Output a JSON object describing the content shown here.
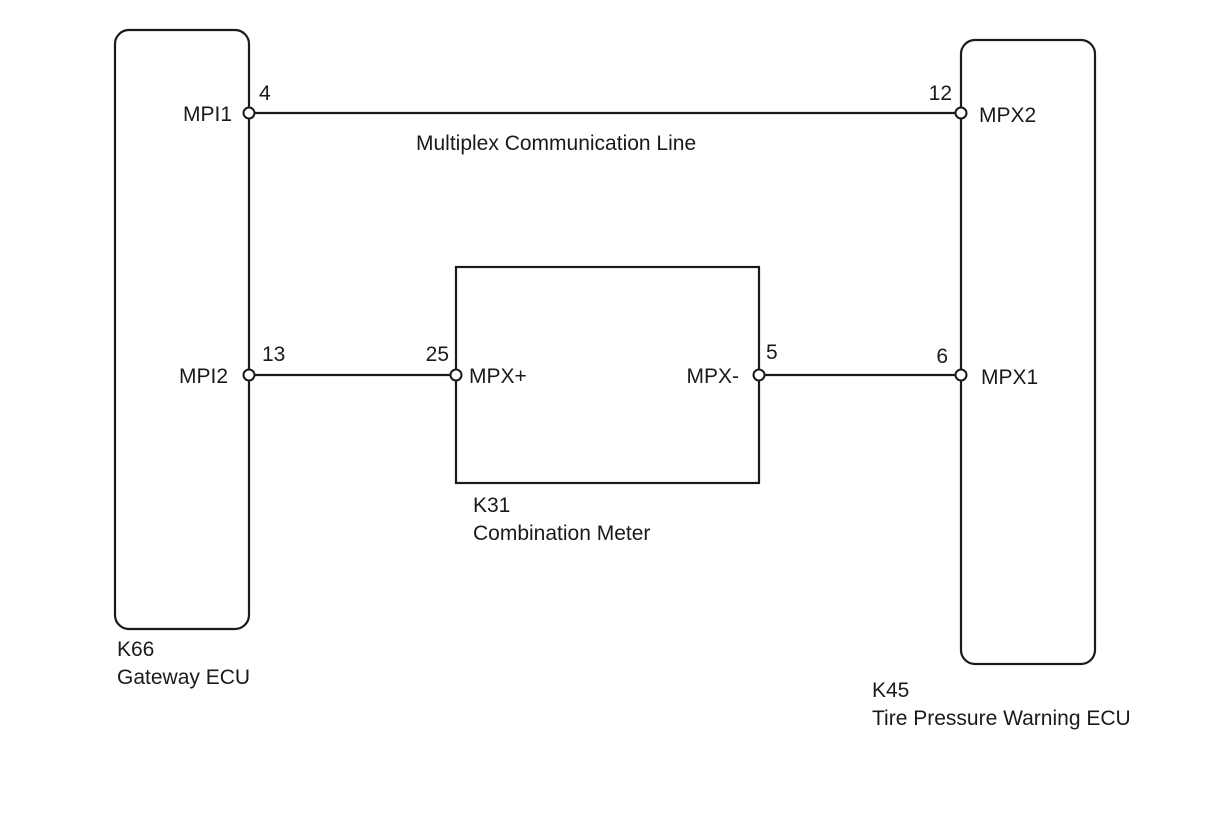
{
  "gateway_ecu": {
    "connector": "K66",
    "name": "Gateway ECU",
    "pin_mpi1": {
      "label": "MPI1",
      "number": "4"
    },
    "pin_mpi2": {
      "label": "MPI2",
      "number": "13"
    }
  },
  "tire_pressure_ecu": {
    "connector": "K45",
    "name": "Tire Pressure Warning ECU",
    "pin_mpx2": {
      "label": "MPX2",
      "number": "12"
    },
    "pin_mpx1": {
      "label": "MPX1",
      "number": "6"
    }
  },
  "combination_meter": {
    "connector": "K31",
    "name": "Combination Meter",
    "pin_mpx_plus": {
      "label": "MPX+",
      "number": "25"
    },
    "pin_mpx_minus": {
      "label": "MPX-",
      "number": "5"
    }
  },
  "wires": {
    "top_line_label": "Multiplex Communication Line"
  }
}
